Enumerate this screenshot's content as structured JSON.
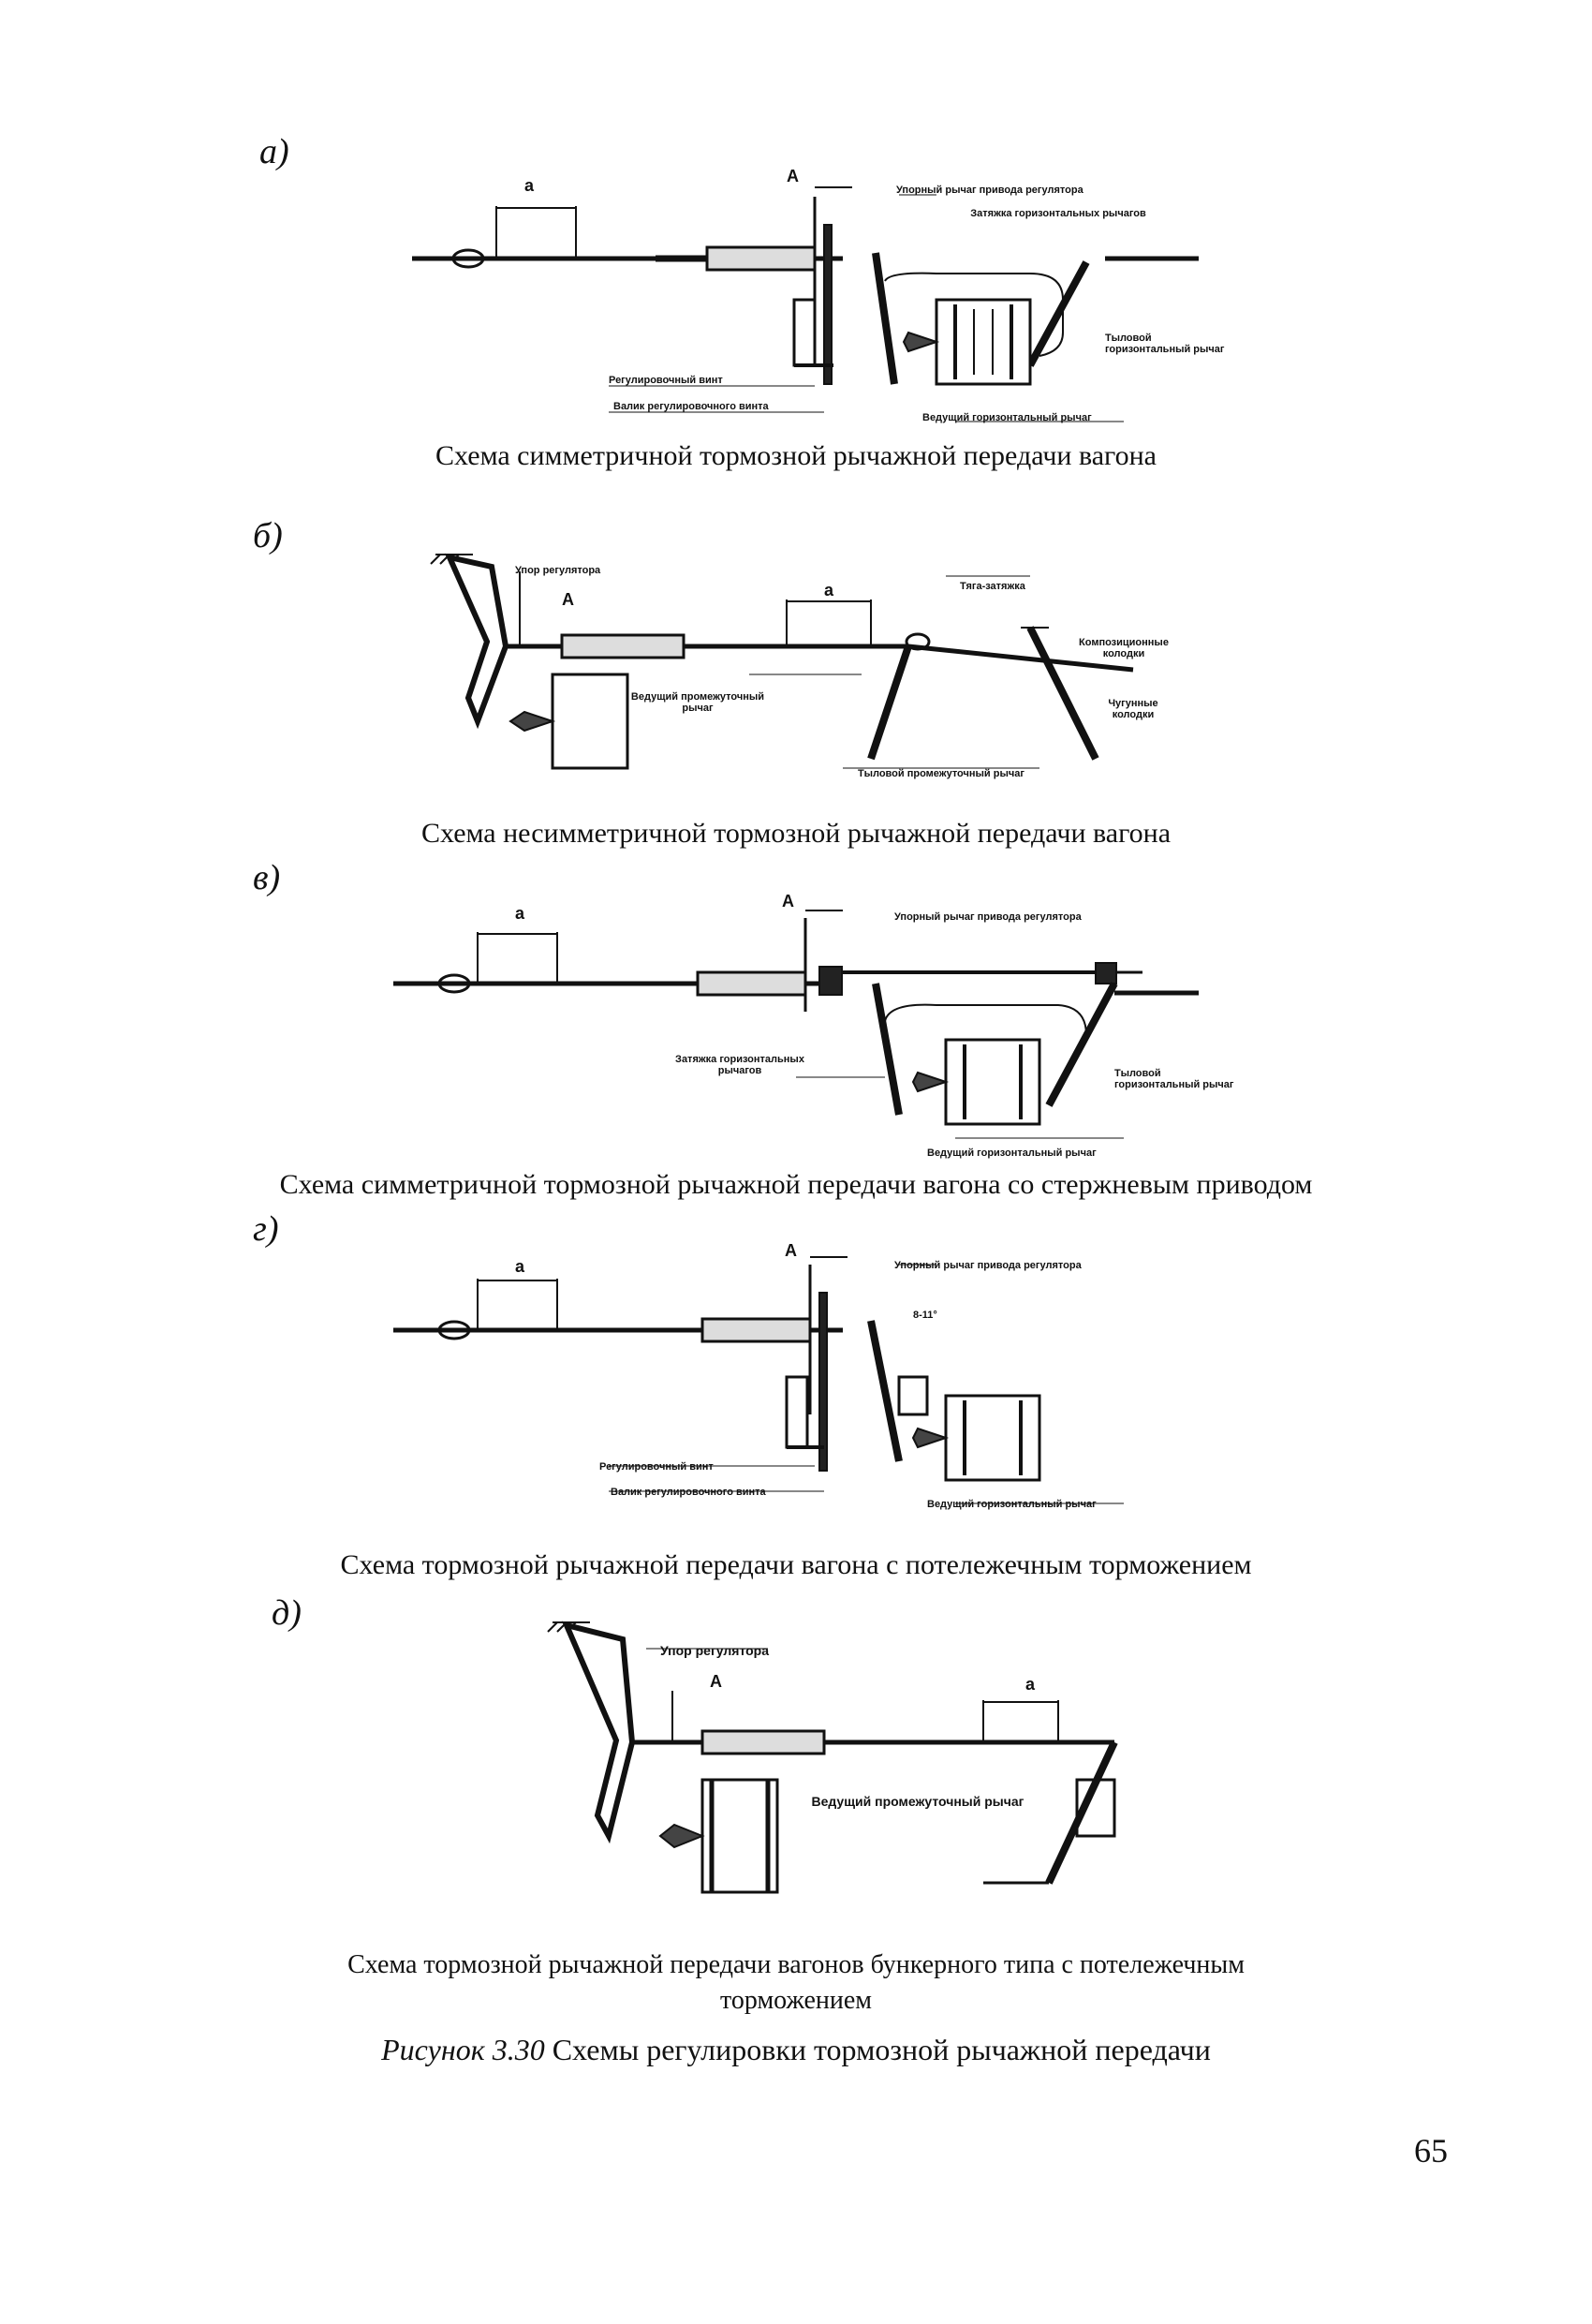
{
  "figures": [
    {
      "letter": "а)",
      "caption": "Схема симметричной тормозной рычажной передачи вагона",
      "dim_a": "а",
      "dim_A": "А",
      "labels": {
        "l1": "Упорный рычаг привода регулятора",
        "l2": "Затяжка горизонтальных рычагов",
        "l3": "Тыловой горизонтальный рычаг",
        "l4": "Регулировочный винт",
        "l5": "Валик регулировочного винта",
        "l6": "Ведущий горизонтальный рычаг"
      }
    },
    {
      "letter": "б)",
      "caption": "Схема несимметричной тормозной рычажной передачи вагона",
      "dim_a": "а",
      "dim_A": "А",
      "labels": {
        "l1": "Упор регулятора",
        "l2": "Тяга-затяжка",
        "l3": "Композиционные колодки",
        "l4": "Ведущий промежуточный рычаг",
        "l5": "Чугунные колодки",
        "l6": "Тыловой промежуточный рычаг"
      }
    },
    {
      "letter": "в)",
      "caption": "Схема симметричной тормозной рычажной передачи вагона со стержневым приводом",
      "dim_a": "а",
      "dim_A": "А",
      "labels": {
        "l1": "Упорный рычаг привода регулятора",
        "l2": "Затяжка горизонтальных рычагов",
        "l3": "Тыловой горизонтальный рычаг",
        "l4": "Ведущий горизонтальный рычаг"
      }
    },
    {
      "letter": "г)",
      "caption": "Схема тормозной рычажной передачи вагона с потележечным торможением",
      "dim_a": "а",
      "dim_A": "А",
      "labels": {
        "l1": "Упорный рычаг привода регулятора",
        "l2": "8-11°",
        "l3": "Регулировочный винт",
        "l4": "Валик регулировочного винта",
        "l5": "Ведущий горизонтальный рычаг"
      }
    },
    {
      "letter": "д)",
      "caption_line1": "Схема тормозной рычажной передачи вагонов бункерного типа с потележечным",
      "caption_line2": "торможением",
      "dim_a": "а",
      "dim_A": "А",
      "labels": {
        "l1": "Упор регулятора",
        "l2": "Ведущий промежуточный рычаг"
      }
    }
  ],
  "figure_title": {
    "prefix": "Рисунок 3.30",
    "text": "Схемы регулировки тормозной рычажной передачи"
  },
  "page_number": "65"
}
